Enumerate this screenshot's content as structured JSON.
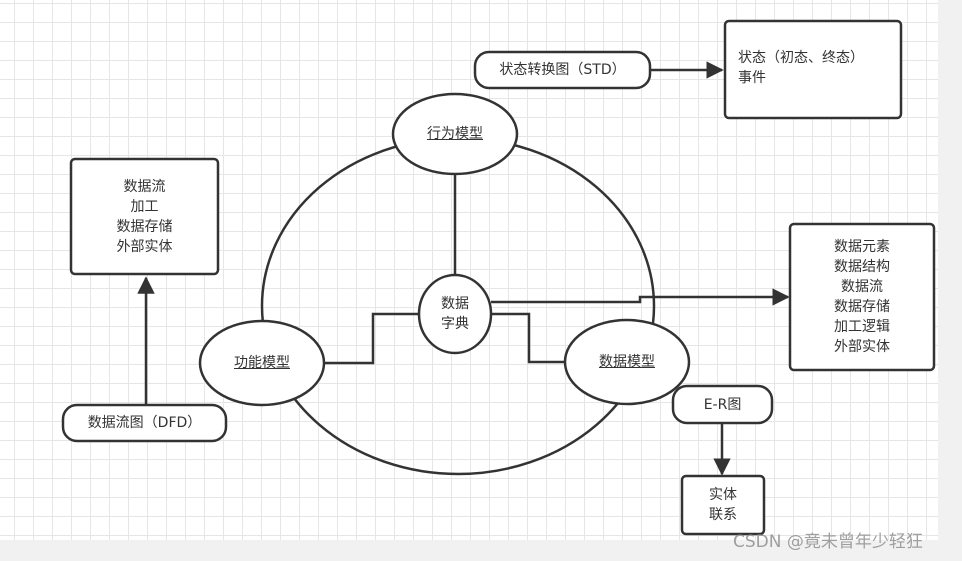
{
  "diagram": {
    "center": {
      "lines": [
        "数据",
        "字典"
      ]
    },
    "models": {
      "behavior": "行为模型",
      "function": "功能模型",
      "data": "数据模型"
    },
    "std_pill": "状态转换图（STD）",
    "std_box": {
      "lines": [
        "状态（初态、终态）",
        "事件"
      ]
    },
    "dfd_pill": "数据流图（DFD）",
    "dfd_box": {
      "lines": [
        "数据流",
        "加工",
        "数据存储",
        "外部实体"
      ]
    },
    "dict_box": {
      "lines": [
        "数据元素",
        "数据结构",
        "数据流",
        "数据存储",
        "加工逻辑",
        "外部实体"
      ]
    },
    "er_pill": "E-R图",
    "er_box": {
      "lines": [
        "实体",
        "联系"
      ]
    },
    "stroke_color": "#333333",
    "text_color": "#333333"
  },
  "watermark": "CSDN @竟未曾年少轻狂"
}
